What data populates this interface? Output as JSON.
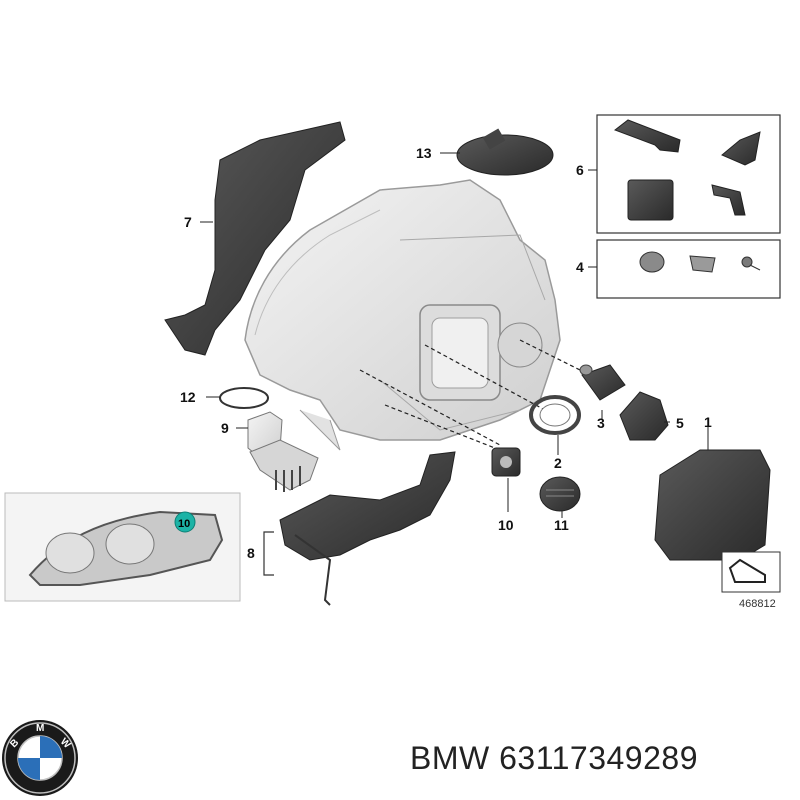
{
  "callouts": {
    "c1": "1",
    "c2": "2",
    "c3": "3",
    "c4": "4",
    "c5": "5",
    "c6": "6",
    "c7": "7",
    "c8": "8",
    "c9": "9",
    "c10": "10",
    "c11": "11",
    "c12": "12",
    "c13": "13",
    "inset_marker": "10"
  },
  "diagram_number": "468812",
  "caption": {
    "brand": "BMW",
    "part_number": "63117349289"
  },
  "logo": {
    "letters": "BMW"
  },
  "colors": {
    "part_gray": "#3a3a3a",
    "housing_fill": "#e6e6e6",
    "marker_teal": "#1cb3a6"
  }
}
